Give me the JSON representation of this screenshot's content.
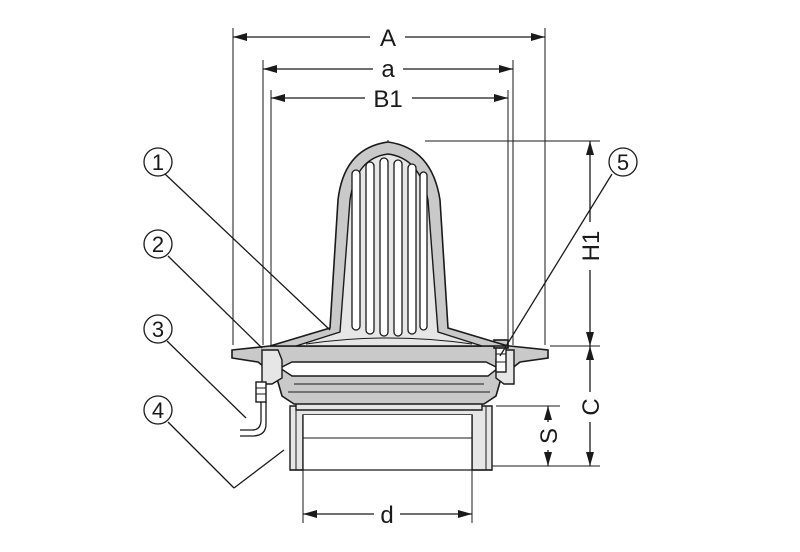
{
  "dimensions": {
    "A": "A",
    "a": "a",
    "B1": "B1",
    "H1": "H1",
    "C": "C",
    "S": "S",
    "d": "d"
  },
  "callouts": [
    "1",
    "2",
    "3",
    "4",
    "5"
  ]
}
